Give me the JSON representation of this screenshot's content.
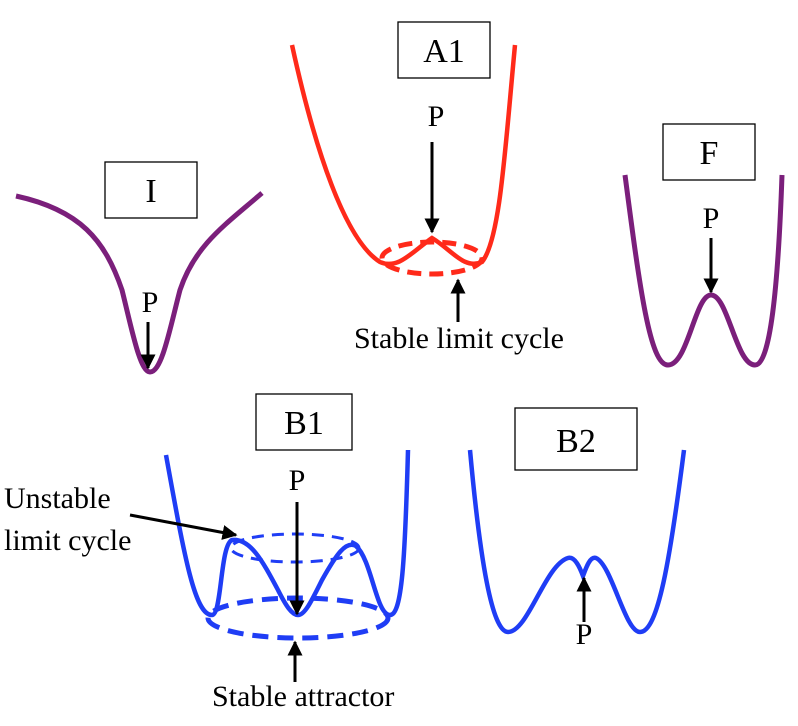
{
  "panels": {
    "I": {
      "label": "I",
      "point": "P",
      "curve_color": "#7b1f7b"
    },
    "A1": {
      "label": "A1",
      "point": "P",
      "curve_color": "#ff2a1a",
      "caption": "Stable limit cycle"
    },
    "F": {
      "label": "F",
      "point": "P",
      "curve_color": "#7b1f7b"
    },
    "B1": {
      "label": "B1",
      "point": "P",
      "curve_color": "#1f3df5",
      "caption_top_line1": "Unstable",
      "caption_top_line2": "limit cycle",
      "caption_bottom": "Stable attractor"
    },
    "B2": {
      "label": "B2",
      "point": "P",
      "curve_color": "#1f3df5"
    }
  }
}
